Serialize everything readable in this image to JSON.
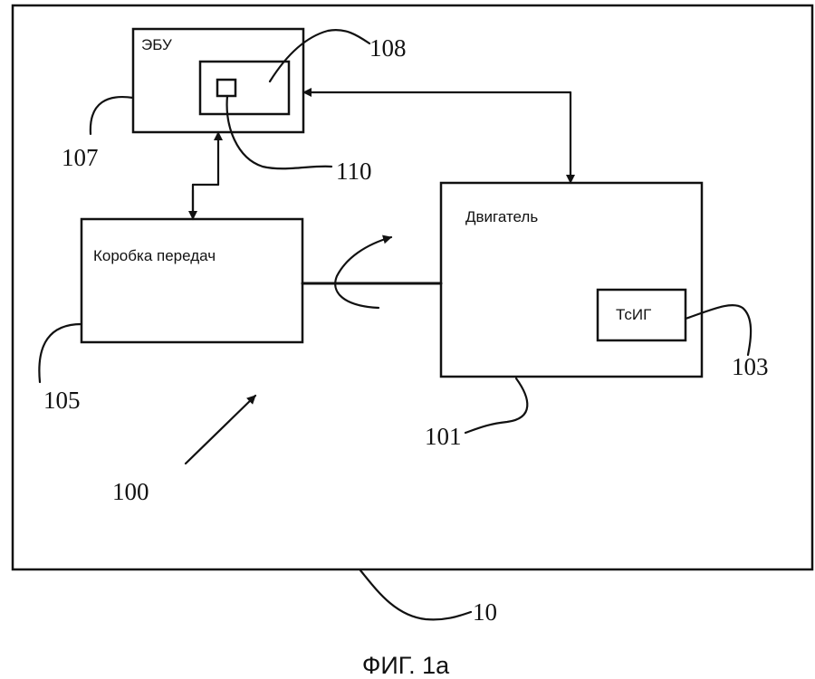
{
  "figure": {
    "caption": "ФИГ. 1а",
    "blocks": {
      "ecu": "ЭБУ",
      "gearbox": "Коробка передач",
      "engine": "Двигатель",
      "sensor": "ТсИГ"
    },
    "refs": {
      "system": "10",
      "vehicle": "100",
      "engine": "101",
      "sensor": "103",
      "gearbox": "105",
      "ecu": "107",
      "memory": "108",
      "program": "110"
    }
  }
}
